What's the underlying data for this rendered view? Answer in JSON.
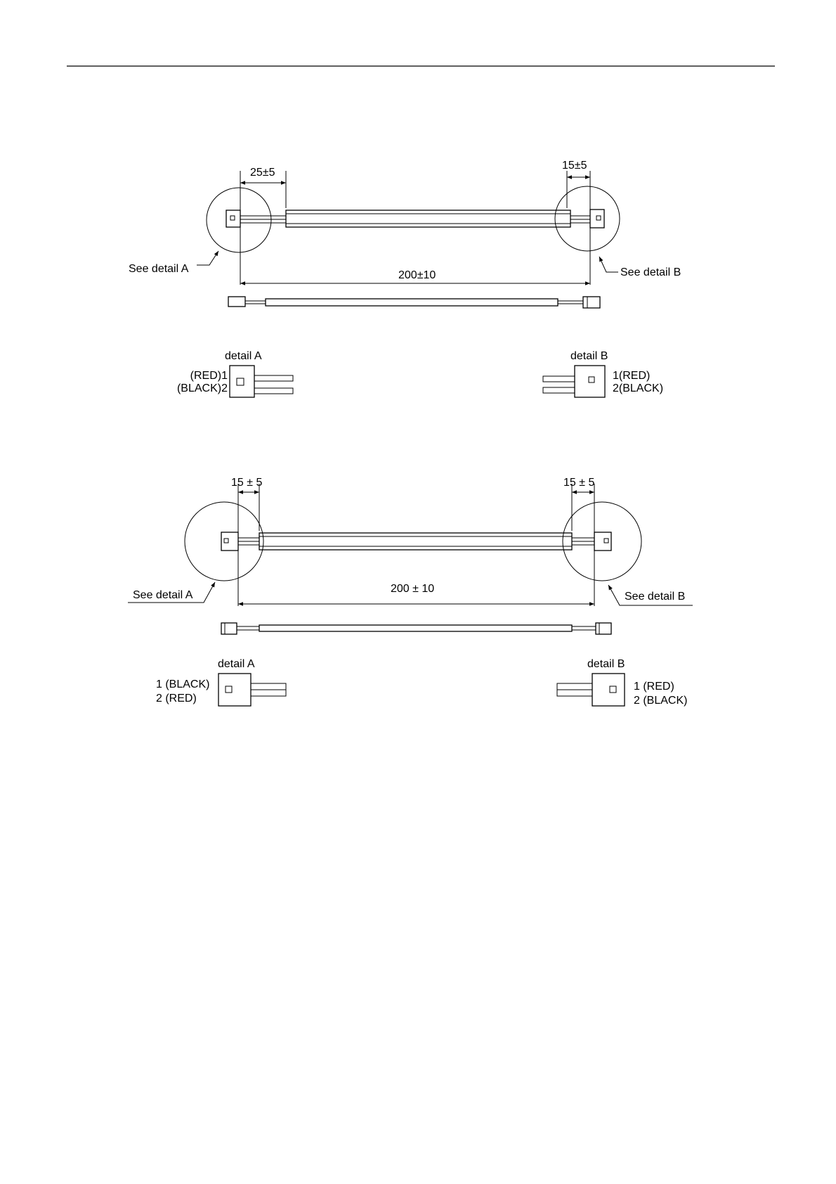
{
  "diagram1": {
    "dim_left": "25±5",
    "dim_right": "15±5",
    "dim_length": "200±10",
    "see_detail_a": "See detail A",
    "see_detail_b": "See detail B",
    "detail_a": {
      "title": "detail A",
      "pin1": "(RED)1",
      "pin2": "(BLACK)2"
    },
    "detail_b": {
      "title": "detail B",
      "pin1": "1(RED)",
      "pin2": "2(BLACK)"
    }
  },
  "diagram2": {
    "dim_left": "15 ± 5",
    "dim_right": "15 ± 5",
    "dim_length": "200 ± 10",
    "see_detail_a": "See detail A",
    "see_detail_b": "See detail B",
    "detail_a": {
      "title": "detail A",
      "pin1": "1 (BLACK)",
      "pin2": "2 (RED)"
    },
    "detail_b": {
      "title": "detail B",
      "pin1": "1 (RED)",
      "pin2": "2 (BLACK)"
    }
  }
}
